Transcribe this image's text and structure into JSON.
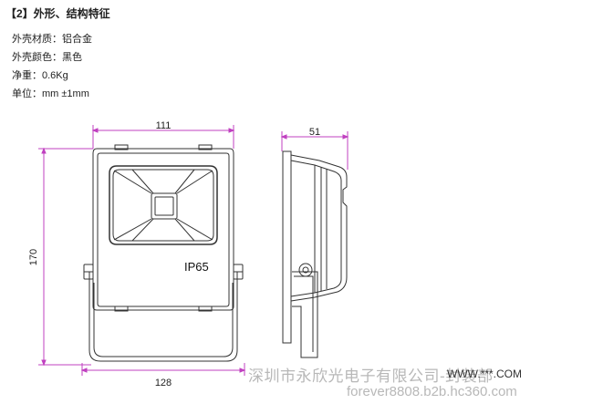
{
  "heading": "【2】外形、结构特征",
  "specs": [
    {
      "label": "外壳材质：",
      "value": "铝合金"
    },
    {
      "label": "外壳颜色：",
      "value": "黑色"
    },
    {
      "label": "净重：",
      "value": "0.6Kg"
    },
    {
      "label": "单位：",
      "value": "mm ±1mm"
    }
  ],
  "dimensions": {
    "top_width": "111",
    "bottom_width": "128",
    "height": "170",
    "side_depth": "51"
  },
  "body_label": "IP65",
  "colors": {
    "dimension_line": "#c040c0",
    "outline": "#333333"
  },
  "watermark": {
    "company": "深圳市永欣光电子有限公司-封装部",
    "site": "WWW.***.COM",
    "url": "forever8808.b2b.hc360.com"
  }
}
